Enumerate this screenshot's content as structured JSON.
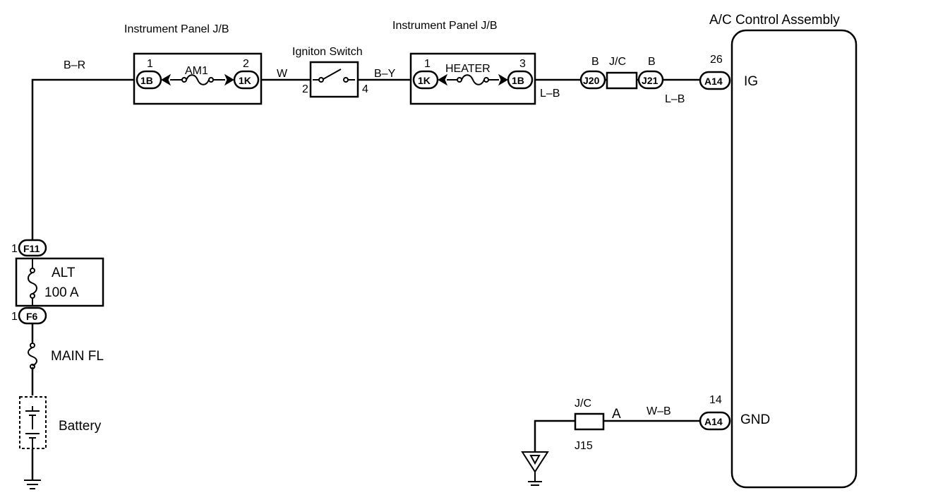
{
  "labels": {
    "ij_b_left_title": "Instrument Panel J/B",
    "ij_b_right_title": "Instrument Panel J/B",
    "ignition_title": "Igniton Switch",
    "ac_title": "A/C Control Assembly",
    "wire_b_r": "B–R",
    "wire_w": "W",
    "wire_b_y": "B–Y",
    "wire_l_b_1": "L–B",
    "wire_l_b_2": "L–B",
    "wire_b_1": "B",
    "wire_b_2": "B",
    "wire_w_b": "W–B",
    "wire_a": "A",
    "am1": "AM1",
    "heater": "HEATER",
    "jc_top": "J/C",
    "jc_bottom": "J/C",
    "j15": "J15",
    "alt_line1": "ALT",
    "alt_line2": "100 A",
    "main_fl": "MAIN FL",
    "battery": "Battery",
    "ig": "IG",
    "gnd": "GND"
  },
  "pins": {
    "am1_in": "1",
    "am1_out": "2",
    "sw_in": "2",
    "sw_out": "4",
    "heater_in": "1",
    "heater_out": "3",
    "ac_ig": "26",
    "ac_gnd": "14",
    "f11": "1",
    "f6": "1"
  },
  "connectors": {
    "c_1b_a": "1B",
    "c_1k_a": "1K",
    "c_1k_b": "1K",
    "c_1b_b": "1B",
    "c_j20": "J20",
    "c_j21": "J21",
    "c_a14_ig": "A14",
    "c_a14_gnd": "A14",
    "c_f11": "F11",
    "c_f6": "F6"
  }
}
